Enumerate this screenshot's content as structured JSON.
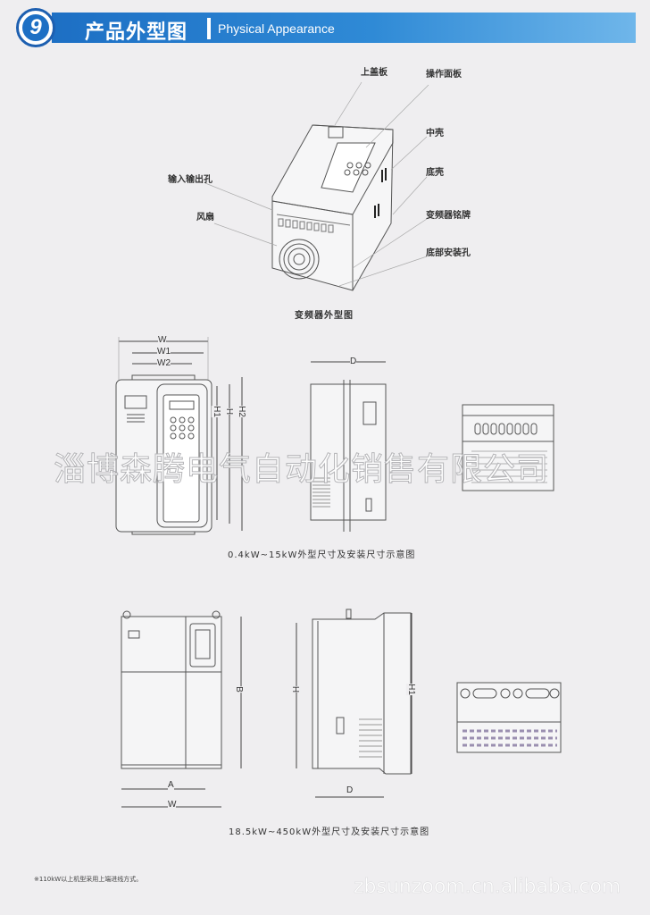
{
  "header": {
    "section_number": "9",
    "title_cn": "产品外型图",
    "title_en": "Physical Appearance"
  },
  "figure1": {
    "labels": {
      "top_cover": "上盖板",
      "operation_panel": "操作面板",
      "middle_shell": "中壳",
      "bottom_shell": "底壳",
      "nameplate": "变频器铭牌",
      "mounting_holes": "底部安装孔",
      "io_holes": "输入输出孔",
      "fan": "风扇"
    },
    "caption": "变频器外型图"
  },
  "figure2": {
    "dims": {
      "w": "W",
      "w1": "W1",
      "w2": "W2",
      "h1": "H1",
      "h": "H",
      "h2": "H2",
      "d": "D"
    },
    "caption": "0.4kW~15kW外型尺寸及安装尺寸示意图"
  },
  "figure3": {
    "dims": {
      "b": "B",
      "a": "A",
      "w": "W",
      "h": "H",
      "h1": "H1",
      "d": "D"
    },
    "caption": "18.5kW~450kW外型尺寸及安装尺寸示意图"
  },
  "footnote": "※110kW以上机型采用上端进线方式。",
  "watermark": "淄博森腾电气自动化销售有限公司",
  "site_watermark": "zbsunzoom.cn.alibaba.com"
}
